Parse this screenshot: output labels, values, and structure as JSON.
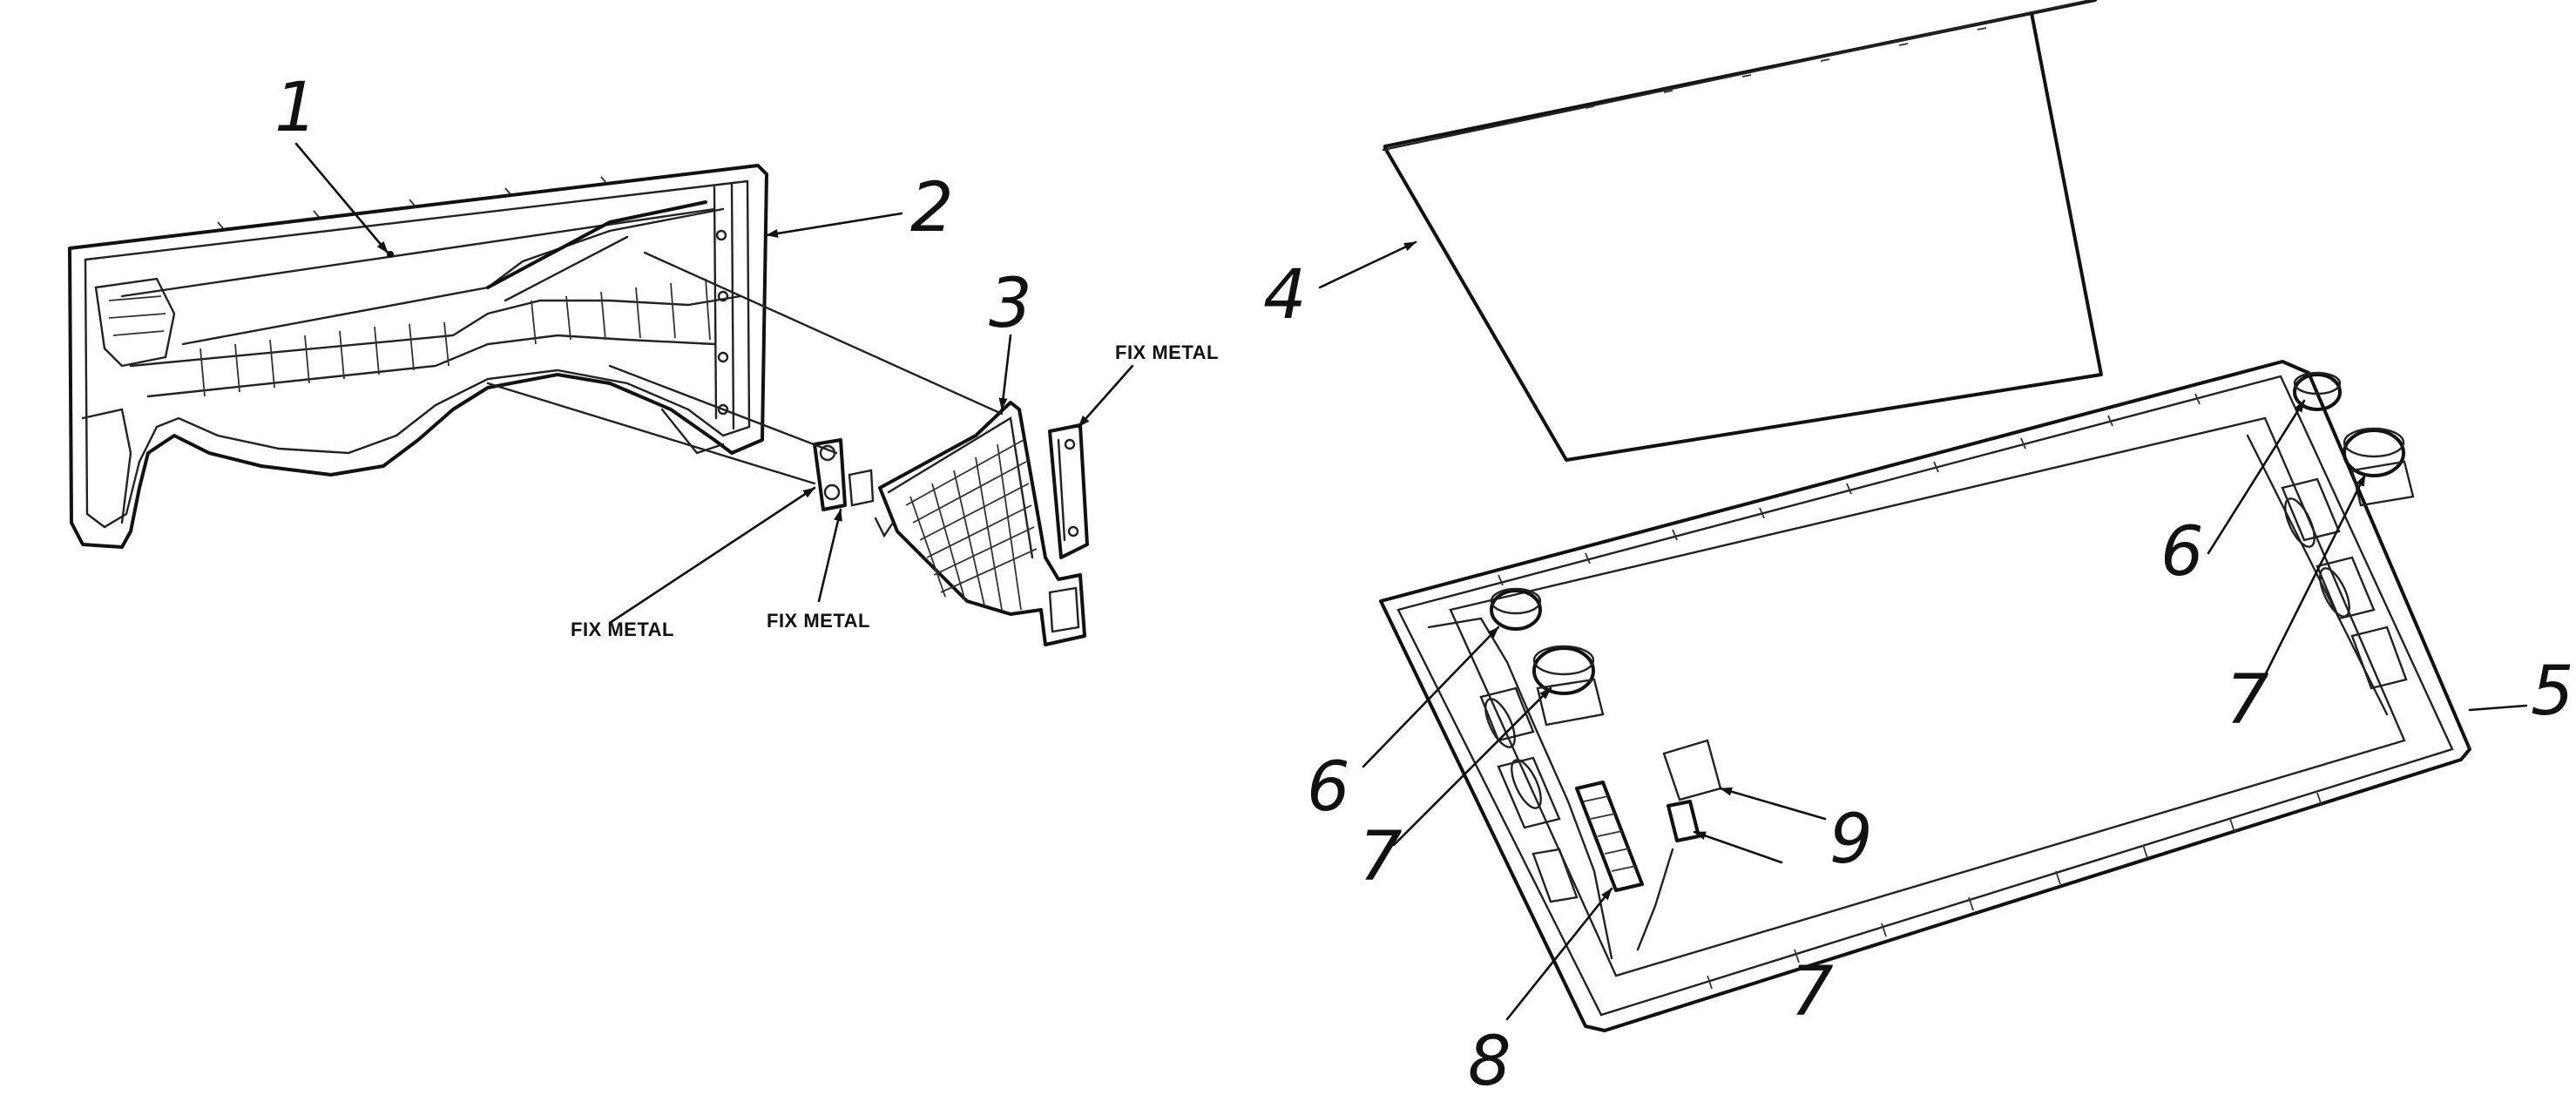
{
  "callouts": {
    "c1": "1",
    "c2": "2",
    "c3": "3",
    "c4": "4",
    "c5": "5",
    "c6a": "6",
    "c6b": "6",
    "c7a": "7",
    "c7b": "7",
    "c7c": "7",
    "c8": "8",
    "c9": "9"
  },
  "tags": {
    "fix_metal_right": "FIX METAL",
    "fix_metal_left": "FIX METAL",
    "fix_metal_center": "FIX METAL"
  }
}
